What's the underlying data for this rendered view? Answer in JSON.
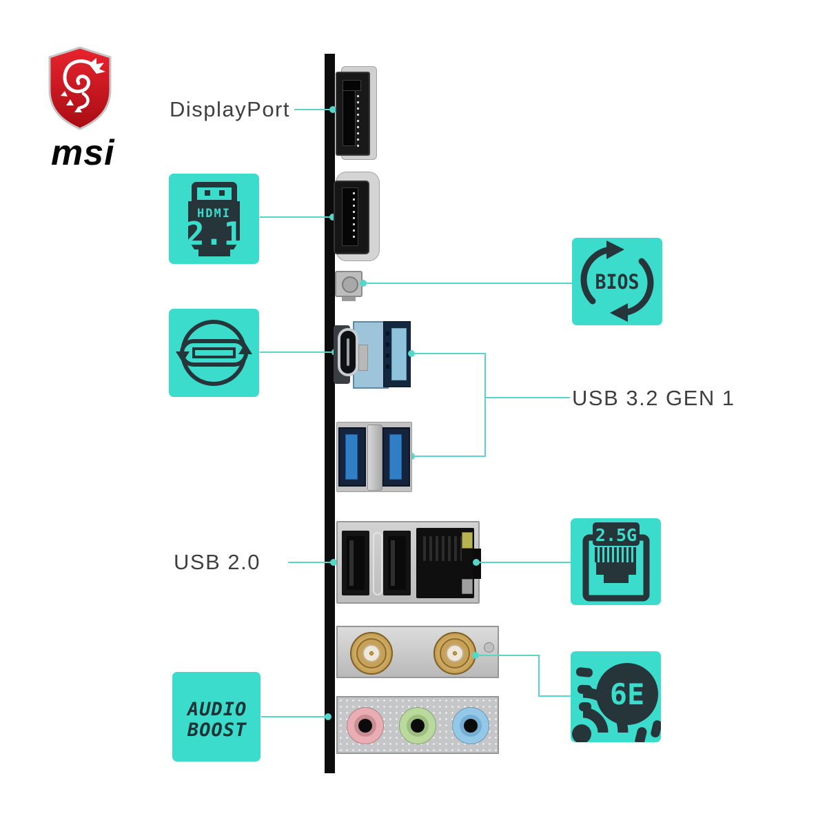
{
  "colors": {
    "teal": "#3cdccc",
    "line_teal": "#55d6c8",
    "icon_dark": "#253539",
    "label_text": "#3f3f3f",
    "io_bar": "#0c0c0c",
    "brand_red": "#d6182c",
    "jack_pink": "#e9adb3",
    "jack_green": "#b9d99d",
    "jack_blue": "#94c8e9"
  },
  "brand": {
    "logotype": "msi"
  },
  "icons": {
    "brand": "msi-dragon-shield-logo",
    "hdmi": "hdmi-plug-icon",
    "bios": "refresh-cycle-arrows-icon",
    "usbc": "usb-c-reversible-icon",
    "lan": "ethernet-rj45-icon",
    "wifi": "wifi-signal-6e-icon"
  },
  "callouts": {
    "displayport": "DisplayPort",
    "usb32": "USB 3.2 GEN 1",
    "usb20": "USB 2.0"
  },
  "badges": {
    "hdmi": {
      "word": "HDMI",
      "version": "2.1"
    },
    "bios": {
      "text": "BIOS"
    },
    "lan": {
      "speed": "2.5G"
    },
    "wifi": {
      "standard": "6E"
    },
    "audio": {
      "line1": "AUDIO",
      "line2": "BOOST"
    }
  },
  "hardware": [
    "displayport-connector",
    "hdmi-connector",
    "bios-flash-button",
    "usb-c-port",
    "usb-a-3-2-gen1-port",
    "usb-a-3-2-gen1-port-pair",
    "usb-2-0-port-pair",
    "rj45-lan-port",
    "wifi-antenna-connector-pair",
    "audio-jack-pink",
    "audio-jack-green",
    "audio-jack-blue"
  ]
}
